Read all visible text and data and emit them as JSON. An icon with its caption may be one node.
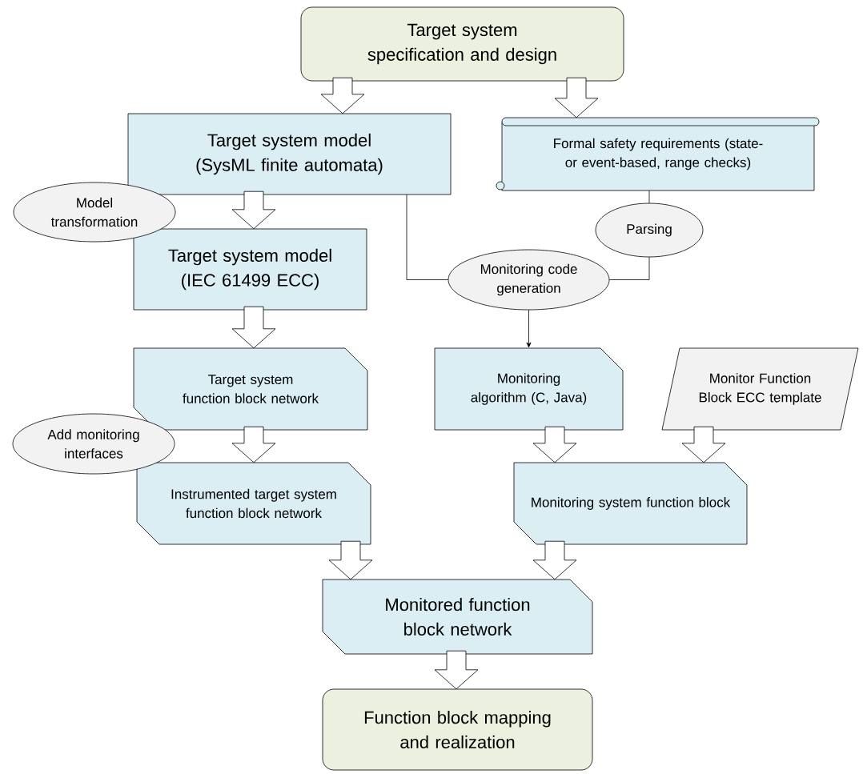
{
  "diagram": {
    "nodes": [
      {
        "text": [
          "Target system specification and design"
        ]
      },
      {
        "text": [
          "Target system model (SysML finite automata)"
        ]
      },
      {
        "text": [
          "Formal safety requirements (state- or event-based, range checks)"
        ]
      },
      {
        "text": [
          "Model transformation"
        ]
      },
      {
        "text": [
          "Target system model (IEC 61499 ECC)"
        ]
      },
      {
        "text": [
          "Parsing"
        ]
      },
      {
        "text": [
          "Monitoring code generation"
        ]
      },
      {
        "text": [
          "Target system function block network"
        ]
      },
      {
        "text": [
          "Monitoring algorithm (C, Java)"
        ]
      },
      {
        "text": [
          "Monitor Function Block ECC template"
        ]
      },
      {
        "text": [
          "Add monitoring interfaces"
        ]
      },
      {
        "text": [
          "Instrumented target system function block network"
        ]
      },
      {
        "text": [
          "Monitoring system function block"
        ]
      },
      {
        "text": [
          "Monitored function block network"
        ]
      },
      {
        "text": [
          "Function block mapping and realization"
        ]
      }
    ],
    "edges": [
      {
        "from": 0,
        "to": 1,
        "arrow": "to",
        "style": "thick"
      },
      {
        "from": 0,
        "to": 2,
        "arrow": "to",
        "style": "thick"
      },
      {
        "from": 1,
        "to": 4,
        "arrow": "to",
        "style": "thick"
      },
      {
        "from": 1,
        "to": 6,
        "arrow": "none"
      },
      {
        "from": 2,
        "to": 5,
        "arrow": "none"
      },
      {
        "from": 5,
        "to": 6,
        "arrow": "none"
      },
      {
        "from": 6,
        "to": 8,
        "arrow": "to"
      },
      {
        "from": 4,
        "to": 7,
        "arrow": "to",
        "style": "thick"
      },
      {
        "from": 7,
        "to": 11,
        "arrow": "to",
        "style": "thick"
      },
      {
        "from": 8,
        "to": 12,
        "arrow": "to",
        "style": "thick"
      },
      {
        "from": 9,
        "to": 12,
        "arrow": "to",
        "style": "thick"
      },
      {
        "from": 11,
        "to": 13,
        "arrow": "to",
        "style": "thick"
      },
      {
        "from": 12,
        "to": 13,
        "arrow": "to",
        "style": "thick"
      },
      {
        "from": 13,
        "to": 14,
        "arrow": "to",
        "style": "thick"
      }
    ]
  }
}
